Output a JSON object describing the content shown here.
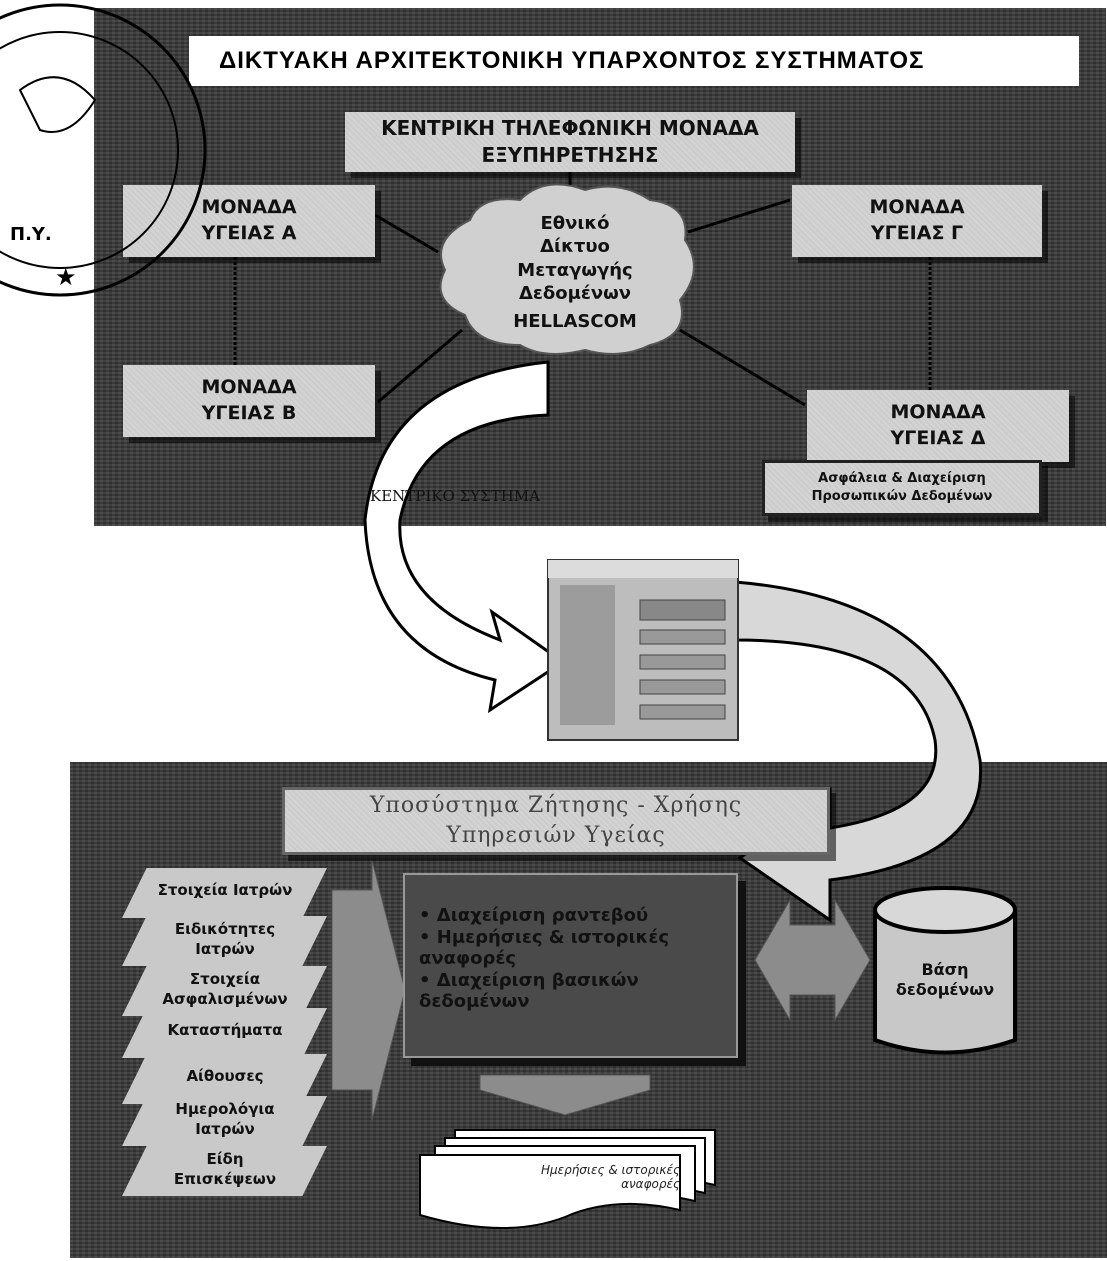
{
  "title": "ΔΙΚΤΥΑΚΗ ΑΡΧΙΤΕΚΤΟΝΙΚΗ ΥΠΑΡΧΟΝΤΟΣ ΣΥΣΤΗΜΑΤΟΣ",
  "central_unit": {
    "line1": "ΚΕΝΤΡΙΚΗ ΤΗΛΕΦΩΝΙΚΗ ΜΟΝΑΔΑ",
    "line2": "ΕΞΥΠΗΡΕΤΗΣΗΣ"
  },
  "units": {
    "a": {
      "line1": "ΜΟΝΑΔΑ",
      "line2": "ΥΓΕΙΑΣ Α"
    },
    "b": {
      "line1": "ΜΟΝΑΔΑ",
      "line2": "ΥΓΕΙΑΣ Β"
    },
    "c": {
      "line1": "ΜΟΝΑΔΑ",
      "line2": "ΥΓΕΙΑΣ Γ"
    },
    "d": {
      "line1": "ΜΟΝΑΔΑ",
      "line2": "ΥΓΕΙΑΣ Δ"
    }
  },
  "cloud": {
    "line1": "Εθνικό",
    "line2": "Δίκτυο",
    "line3": "Μεταγωγής",
    "line4": "Δεδομένων",
    "line5": "HELLASCOM"
  },
  "security": {
    "line1": "Ασφάλεια & Διαχείριση",
    "line2": "Προσωπικών Δεδομένων"
  },
  "central_system_label": "ΚΕΝΤΡΙΚΟ ΣΥΣΤΗΜΑ",
  "subsystem": {
    "line1": "Υποσύστημα Ζήτησης - Χρήσης",
    "line2": "Υπηρεσιών Υγείας"
  },
  "inputs": [
    {
      "line1": "Στοιχεία Ιατρών",
      "line2": ""
    },
    {
      "line1": "Ειδικότητες",
      "line2": "Ιατρών"
    },
    {
      "line1": "Στοιχεία",
      "line2": "Ασφαλισμένων"
    },
    {
      "line1": "Καταστήματα",
      "line2": ""
    },
    {
      "line1": "Αίθουσες",
      "line2": ""
    },
    {
      "line1": "Ημερολόγια",
      "line2": "Ιατρών"
    },
    {
      "line1": "Είδη",
      "line2": "Επισκέψεων"
    }
  ],
  "functions": [
    "Διαχείριση ραντεβού",
    "Ημερήσιες & ιστορικές αναφορές",
    "Διαχείριση βασικών δεδομένων"
  ],
  "database": {
    "line1": "Βάση",
    "line2": "δεδομένων"
  },
  "reports": {
    "line1": "Ημερήσιες & ιστορικές",
    "line2": "αναφορές"
  },
  "colors": {
    "panel": "#3a3a3a",
    "box": "#d4d4d4",
    "arrow_fill": "#ffffff",
    "arrow_stroke": "#000000",
    "db_fill": "#c8c8c8"
  }
}
